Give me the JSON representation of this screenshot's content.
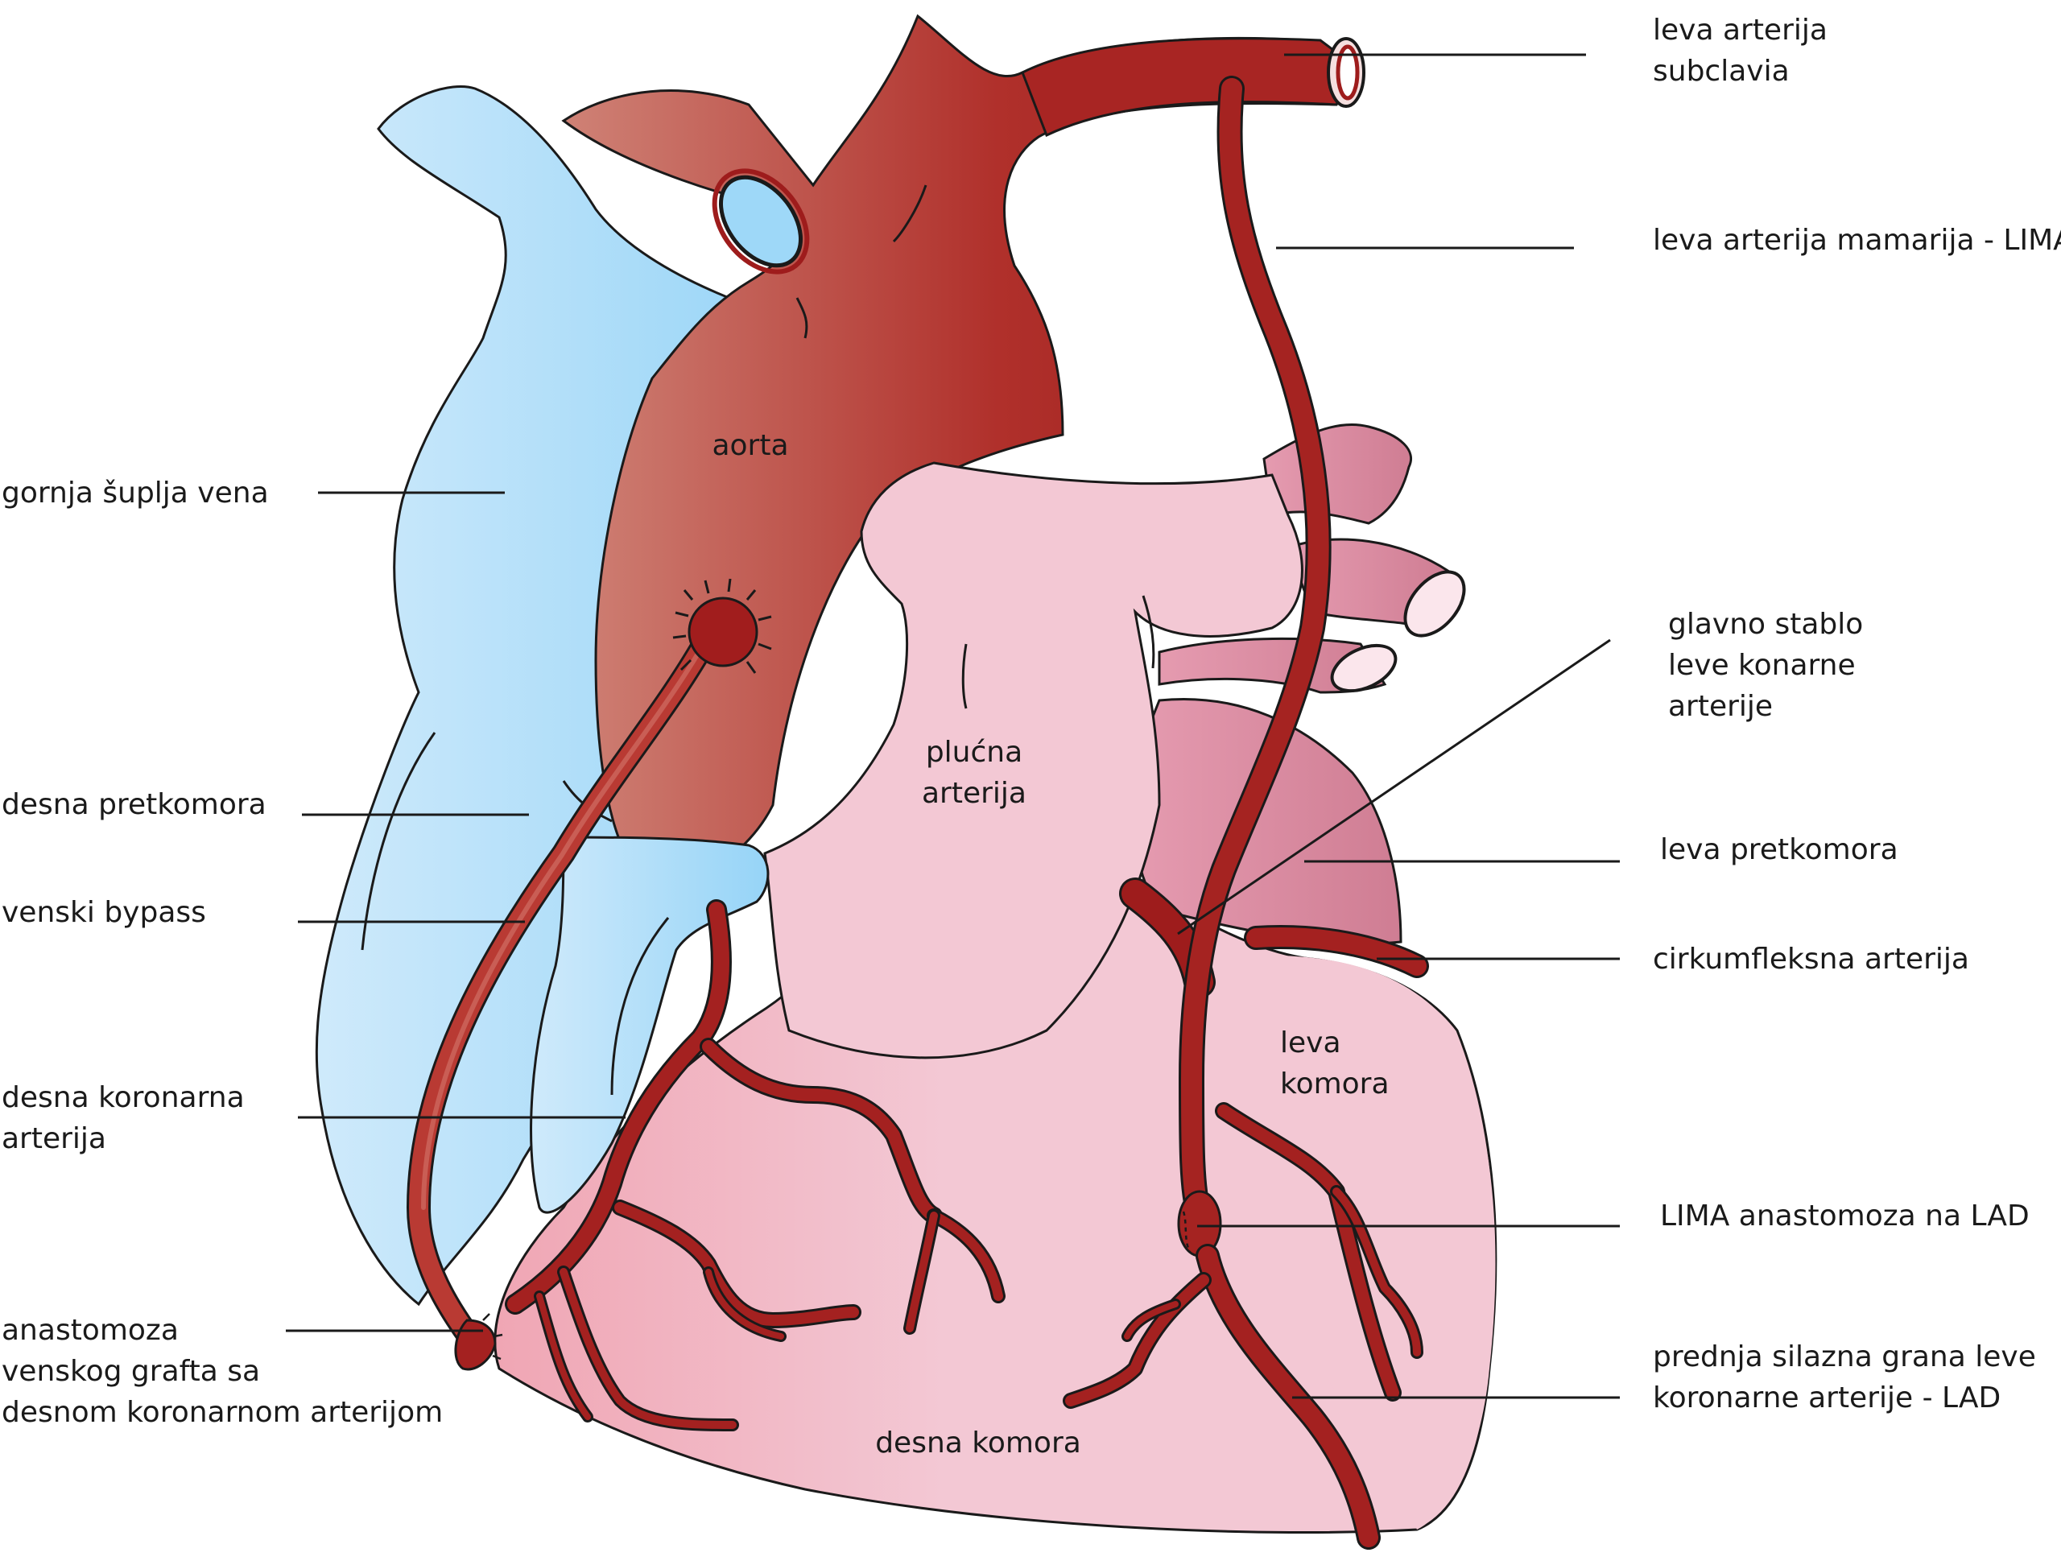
{
  "labels": {
    "left_subclavian": "leva arterija\nsubclavia",
    "lima": "leva arterija mamarija - LIMA",
    "superior_vena_cava": "gornja šuplja vena",
    "left_main": "glavno stablo\nleve konarne\narterije",
    "right_atrium": "desna pretkomora",
    "left_atrium": "leva pretkomora",
    "vein_bypass": "venski bypass",
    "circumflex": "cirkumfleksna arterija",
    "rca": "desna koronarna\narterija",
    "lima_lad_anastomosis": "LIMA anastomoza na LAD",
    "vein_graft_anastomosis": "anastomoza\nvenskog grafta sa\ndesnom koronarnom arterijom",
    "lad": "prednja silazna grana leve\nkoronarne arterije - LAD"
  },
  "structures": {
    "aorta": "aorta",
    "pulmonary_artery": "plućna\narterija",
    "left_ventricle": "leva\nkomora",
    "right_ventricle": "desna komora"
  },
  "colors": {
    "artery_dark": "#9e1c1c",
    "artery_mid": "#b2302c",
    "artery_light": "#c9786e",
    "vein_blue": "#a6dcf8",
    "vein_blue_light": "#cde9fb",
    "heart_pink": "#f2c8d4",
    "heart_pink_dark": "#f1aab8",
    "atrium_pink": "#dc8ea2",
    "outline": "#1a1a1a",
    "leader": "#1a1a1a"
  }
}
